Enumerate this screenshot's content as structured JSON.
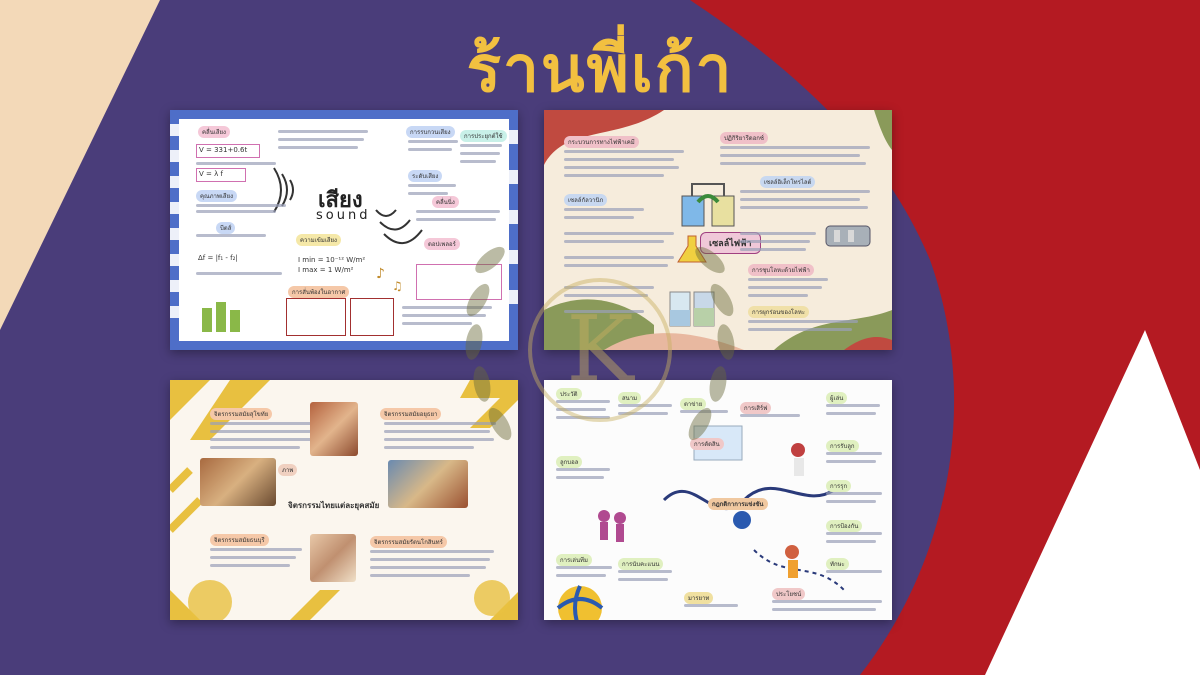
{
  "page": {
    "title": "ร้านพี่เก้า"
  },
  "colors": {
    "background": "#4a3d7a",
    "cream": "#f3d9b8",
    "red": "#b41a22",
    "white": "#ffffff",
    "title": "#f2c040"
  },
  "cards": {
    "sound": {
      "heading_th": "เสียง",
      "heading_en": "sound",
      "formula_1": "V = 331+0.6t",
      "formula_2": "V = λ f",
      "formula_3": "Δf = |f₁ - f₂|",
      "formula_4": "I min = 10⁻¹² W/m²",
      "formula_5": "I max = 1 W/m²"
    },
    "electrochem": {
      "badge": "เซลล์ไฟฟ้า"
    },
    "thai_art": {
      "banner": "จิตรกรรมไทยแต่ละยุคสมัย"
    },
    "volleyball": {
      "center_label": "กฎกติกาการแข่งขัน"
    }
  },
  "watermark": {
    "letter": "K"
  }
}
